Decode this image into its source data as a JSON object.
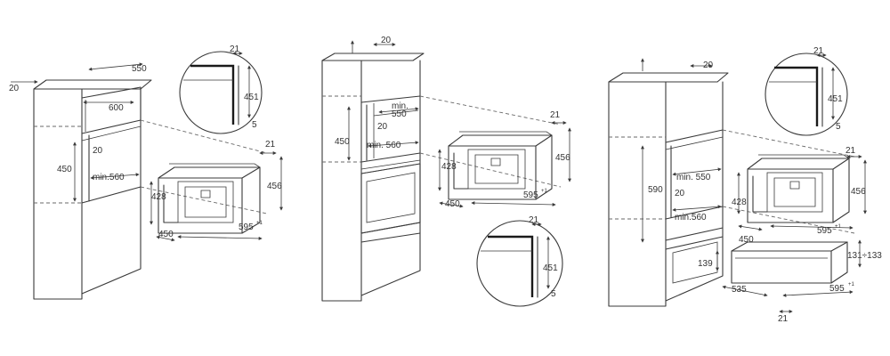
{
  "left": {
    "d_top_depth": "550",
    "d_top_back": "20",
    "d_niche_width": "600",
    "d_opening_depth": "20",
    "d_niche_height": "450",
    "d_min_width": "min.560",
    "d_machine_height": "428",
    "d_machine_depth": "450",
    "d_machine_width": "595",
    "d_machine_width_sup": "+1",
    "d_panel_depth": "21",
    "d_panel_height": "456",
    "detail": {
      "w": "21",
      "h": "451",
      "gap": "5"
    }
  },
  "middle": {
    "d_top_back": "20",
    "d_min_depth": "min.",
    "d_min_depth_val": "550",
    "d_opening_depth": "20",
    "d_niche_height": "450",
    "d_min_width": "min. 560",
    "d_machine_height": "428",
    "d_machine_depth": "450",
    "d_machine_width": "595",
    "d_machine_width_sup": "+1",
    "d_panel_depth": "21",
    "d_panel_height": "456",
    "detail": {
      "w": "21",
      "h": "451",
      "gap": "5"
    }
  },
  "right": {
    "d_top_back": "20",
    "d_niche_total": "590",
    "d_opening_depth": "20",
    "d_min_depth": "min. 550",
    "d_min_width": "min.560",
    "d_machine_height": "428",
    "d_machine_depth": "450",
    "d_machine_width": "595",
    "d_machine_width_sup": "+1",
    "d_panel_depth": "21",
    "d_panel_height": "456",
    "d_drawer_height": "139",
    "d_drawer_niche": "131÷133",
    "d_drawer_depth": "535",
    "d_drawer_width": "595",
    "d_drawer_width_sup": "+1",
    "d_drawer_panel": "21",
    "detail": {
      "w": "21",
      "h": "451",
      "gap": "5"
    }
  }
}
